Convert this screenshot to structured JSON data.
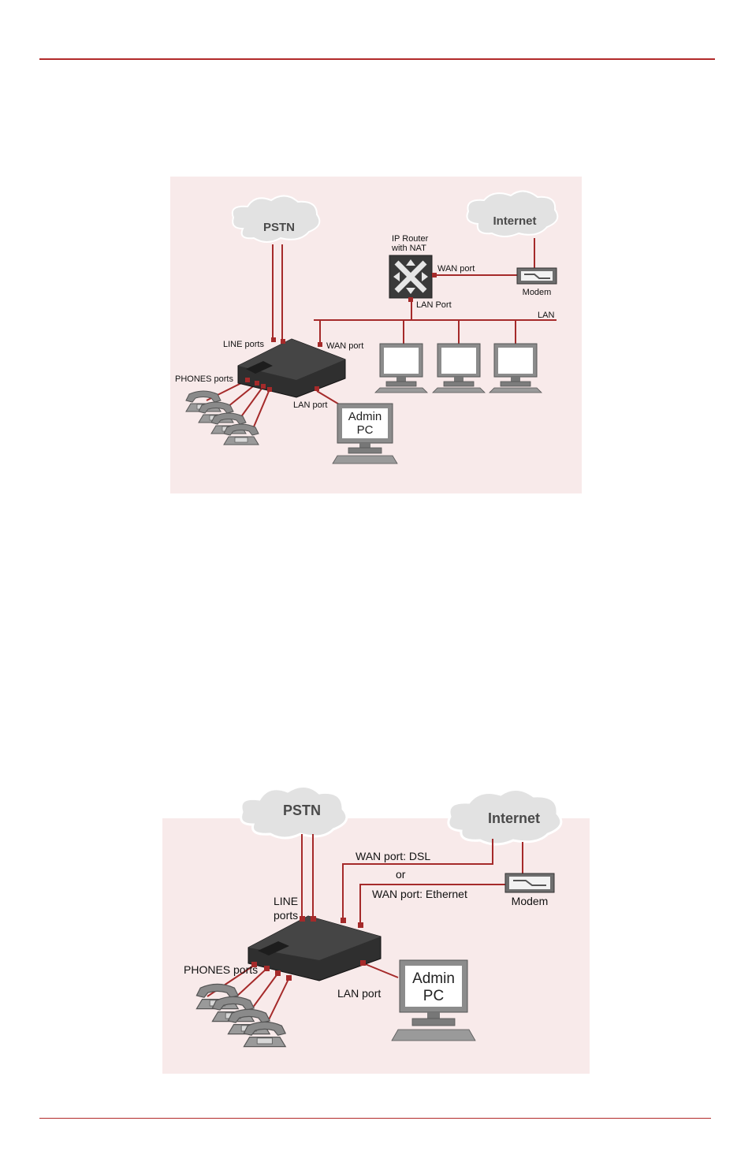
{
  "colors": {
    "accent": "#b22a2a",
    "panel_bg": "#f8eaea",
    "cable": "#a52a2a"
  },
  "figure1": {
    "pstn": "PSTN",
    "internet": "Internet",
    "router_line1": "IP Router",
    "router_line2": "with NAT",
    "router_wan": "WAN port",
    "router_lan": "LAN Port",
    "modem": "Modem",
    "lan": "LAN",
    "line_ports": "LINE ports",
    "wan_port": "WAN port",
    "phones_ports": "PHONES ports",
    "lan_port": "LAN port",
    "admin_line1": "Admin",
    "admin_line2": "PC"
  },
  "figure2": {
    "pstn": "PSTN",
    "internet": "Internet",
    "wan_dsl": "WAN port: DSL",
    "or": "or",
    "wan_ethernet": "WAN port: Ethernet",
    "modem": "Modem",
    "line_line1": "LINE",
    "line_line2": "ports",
    "phones_ports": "PHONES ports",
    "lan_port": "LAN port",
    "admin_line1": "Admin",
    "admin_line2": "PC"
  }
}
